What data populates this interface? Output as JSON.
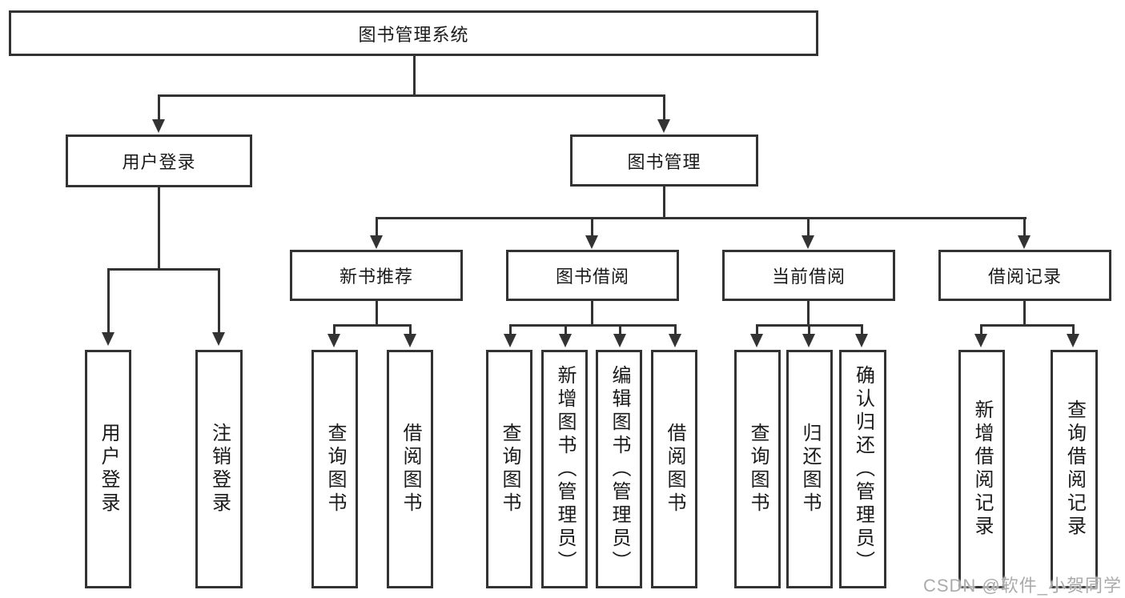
{
  "diagram": {
    "title_node": "图书管理系统",
    "tree": {
      "root": "图书管理系统",
      "branches": [
        {
          "label": "用户登录",
          "children": [
            {
              "label": "用户登录"
            },
            {
              "label": "注销登录"
            }
          ]
        },
        {
          "label": "图书管理",
          "children": [
            {
              "label": "新书推荐",
              "children": [
                {
                  "label": "查询图书"
                },
                {
                  "label": "借阅图书"
                }
              ]
            },
            {
              "label": "图书借阅",
              "children": [
                {
                  "label": "查询图书"
                },
                {
                  "label": "新增图书（管理员）"
                },
                {
                  "label": "编辑图书（管理员）"
                },
                {
                  "label": "借阅图书"
                }
              ]
            },
            {
              "label": "当前借阅",
              "children": [
                {
                  "label": "查询图书"
                },
                {
                  "label": "归还图书"
                },
                {
                  "label": "确认归还（管理员）"
                }
              ]
            },
            {
              "label": "借阅记录",
              "children": [
                {
                  "label": "新增借阅记录"
                },
                {
                  "label": "查询借阅记录"
                }
              ]
            }
          ]
        }
      ]
    },
    "colors": {
      "line": "#333333",
      "text": "#1a1a1a",
      "background": "#ffffff",
      "watermark": "#ababab"
    }
  },
  "watermark": {
    "text": "CSDN @软件_小贺同学"
  }
}
